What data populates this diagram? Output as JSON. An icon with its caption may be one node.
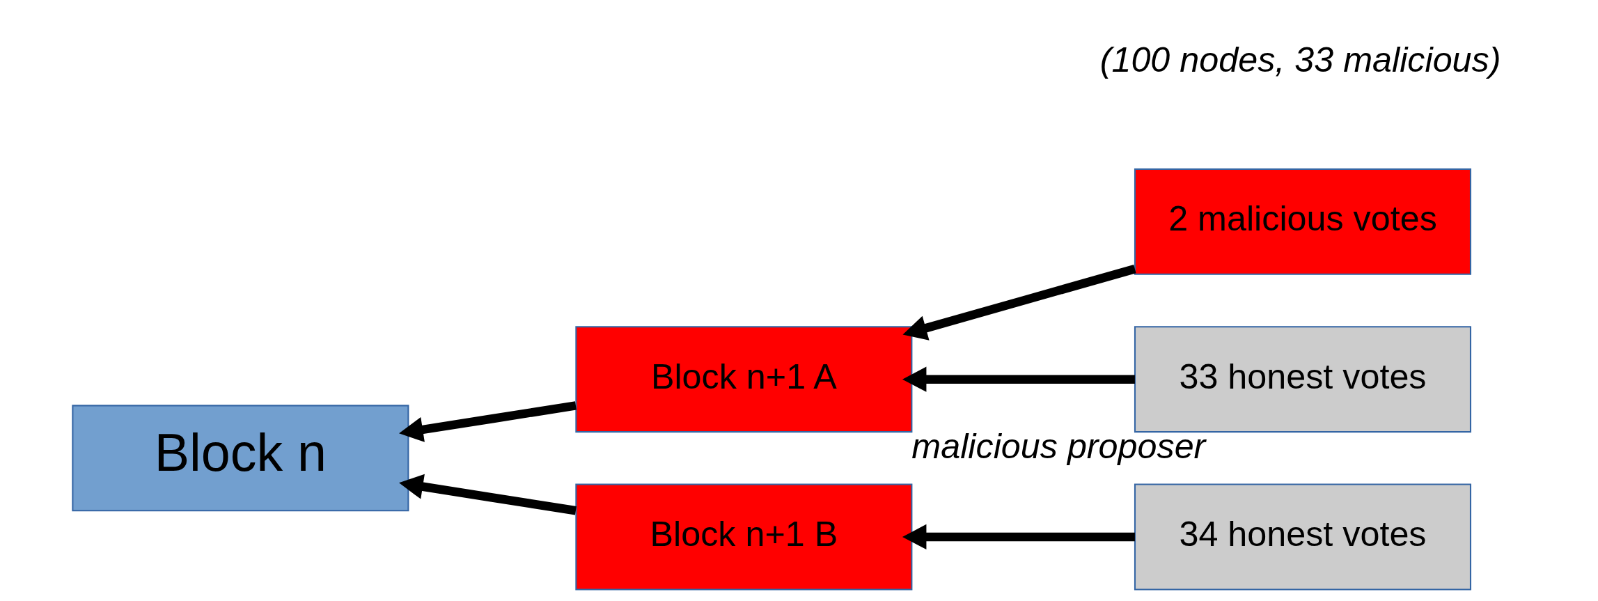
{
  "diagram": {
    "nodes": [
      {
        "text": [
          "Block n"
        ]
      },
      {
        "text": [
          "Block n+1 A"
        ],
        "beside": [
          "malicious proposer"
        ]
      },
      {
        "text": [
          "Block n+1 B"
        ]
      },
      {
        "text": [
          "2 malicious votes"
        ]
      },
      {
        "text": [
          "33 honest votes"
        ]
      },
      {
        "text": [
          "34 honest votes"
        ]
      }
    ],
    "edges": [
      {
        "from": 1,
        "to": 0,
        "arrow": "to"
      },
      {
        "from": 2,
        "to": 0,
        "arrow": "to"
      },
      {
        "from": 3,
        "to": 1,
        "arrow": "to"
      },
      {
        "from": 4,
        "to": 1,
        "arrow": "to"
      },
      {
        "from": 5,
        "to": 2,
        "arrow": "to"
      }
    ],
    "labels": [
      "(100 nodes, 33 malicious)"
    ]
  }
}
